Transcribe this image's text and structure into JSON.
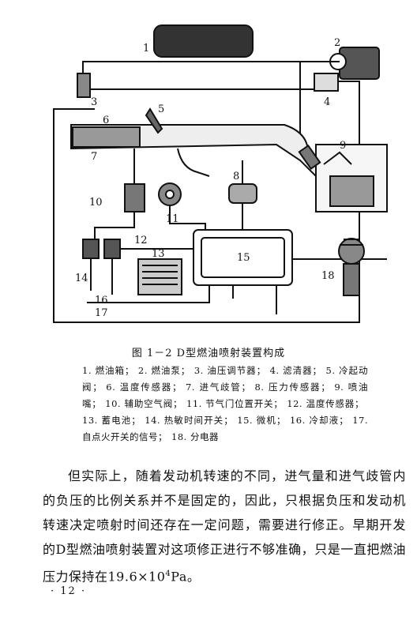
{
  "figure": {
    "callouts": [
      "1",
      "2",
      "3",
      "4",
      "5",
      "6",
      "7",
      "8",
      "9",
      "10",
      "11",
      "12",
      "13",
      "14",
      "15",
      "16",
      "17",
      "18"
    ]
  },
  "caption": "图 1－2  D型燃油喷射装置构成",
  "legend": [
    "1. 燃油箱；",
    "2. 燃油泵；",
    "3. 油压调节器；",
    "4. 滤清器；",
    "5. 冷起动阀；",
    "6. 温度传感器；",
    "7. 进气歧管；",
    "8. 压力传感器；",
    "9. 喷油嘴；",
    "10. 辅助空气阀；",
    "11. 节气门位置开关；",
    "12. 温度传感器；",
    "13. 蓄电池；",
    "14. 热敏时间开关；",
    "15. 微机；",
    "16. 冷却液；",
    "17. 自点火开关的信号；",
    "18. 分电器"
  ],
  "paragraph": {
    "text_before": "但实际上，随着发动机转速的不同，进气量和进气歧管内的负压的比例关系并不是固定的，因此，只根据负压和发动机转速决定喷射时间还存在一定问题，需要进行修正。早期开发的D型燃油喷射装置对这项修正进行不够准确，只是一直把燃油压力保持在19.6×10",
    "superscript": "4",
    "text_after": "Pa。"
  },
  "page_number": "· 12 ·"
}
